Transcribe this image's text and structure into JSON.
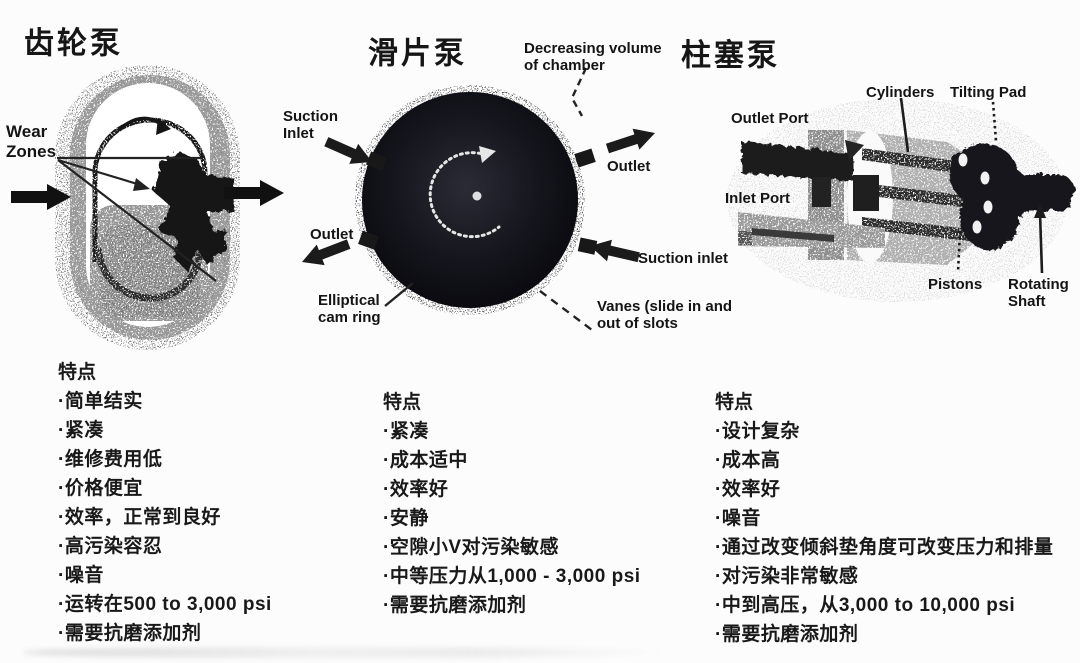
{
  "appearance": {
    "background": "#fcfcfc",
    "ink": "#1a1a1a",
    "diagram_dark": "#14141b"
  },
  "pumps": {
    "gear": {
      "title": "齿轮泵",
      "labels": {
        "wear_zones": "Wear Zones"
      },
      "features": {
        "heading": "特点",
        "items": [
          "·简单结实",
          "·紧凑",
          "·维修费用低",
          "·价格便宜",
          "·效率，正常到良好",
          "·高污染容忍",
          "·噪音",
          "·运转在500 to 3,000 psi",
          "·需要抗磨添加剂"
        ]
      }
    },
    "vane": {
      "title": "滑片泵",
      "labels": {
        "decreasing_volume": "Decreasing volume of chamber",
        "suction_inlet_top": "Suction Inlet",
        "outlet_right": "Outlet",
        "outlet_left": "Outlet",
        "suction_inlet_bottom": "Suction inlet",
        "elliptical_cam_ring": "Elliptical cam ring",
        "vanes": "Vanes (slide in and out of slots"
      },
      "features": {
        "heading": "特点",
        "items": [
          "·紧凑",
          "·成本适中",
          "·效率好",
          "·安静",
          "·空隙小V对污染敏感",
          "·中等压力从1,000 - 3,000 psi",
          "·需要抗磨添加剂"
        ]
      }
    },
    "piston": {
      "title": "柱塞泵",
      "labels": {
        "cylinders": "Cylinders",
        "tilting_pad": "Tilting Pad",
        "outlet_port": "Outlet Port",
        "inlet_port": "Inlet Port",
        "pistons": "Pistons",
        "rotating_shaft": "Rotating Shaft"
      },
      "features": {
        "heading": "特点",
        "items": [
          "·设计复杂",
          "·成本高",
          "·效率好",
          "·噪音",
          "·通过改变倾斜垫角度可改变压力和排量",
          "·对污染非常敏感",
          "·中到高压，从3,000 to 10,000 psi",
          "·需要抗磨添加剂"
        ]
      }
    }
  }
}
